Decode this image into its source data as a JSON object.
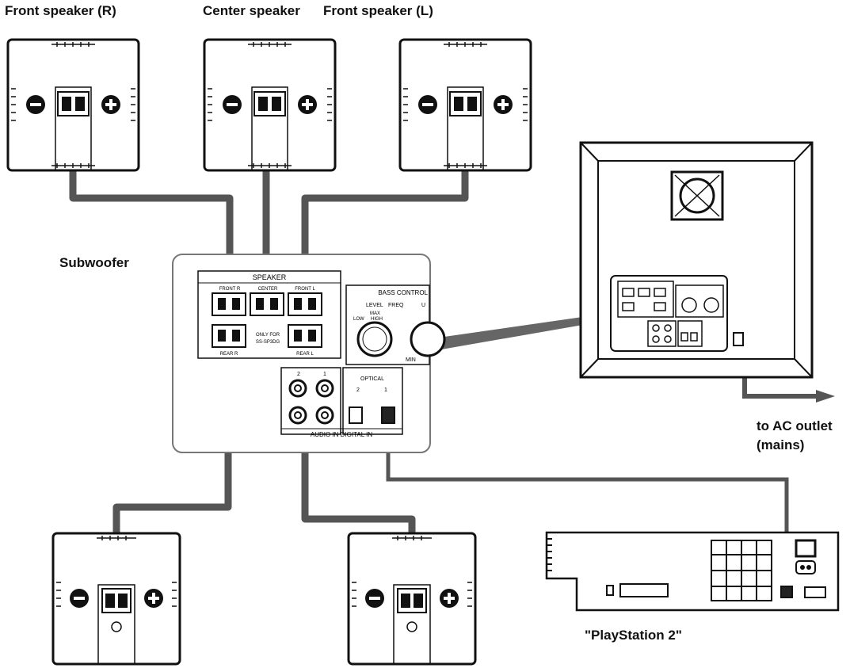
{
  "labels": {
    "front_right": "Front speaker (R)",
    "center": "Center speaker",
    "front_left": "Front speaker (L)",
    "subwoofer": "Subwoofer",
    "ac_outlet_1": "to AC outlet",
    "ac_outlet_2": "(mains)",
    "playstation": "\"PlayStation 2\""
  },
  "panel": {
    "speaker_title": "SPEAKER",
    "front_r": "FRONT R",
    "center": "CENTER",
    "front_l": "FRONT L",
    "rear_r": "REAR R",
    "rear_l": "REAR L",
    "only_for": "ONLY FOR",
    "model": "SS-SP3DG",
    "bass_title": "BASS CONTROL",
    "level": "LEVEL",
    "freq": "FREQ",
    "max": "MAX",
    "low": "LOW",
    "high": "HIGH",
    "min": "MIN",
    "u": "U",
    "ch2": "2",
    "ch1": "1",
    "optical": "OPTICAL",
    "opt2": "2",
    "opt1": "1",
    "audio_digital_in": "AUDIO IN DIGITAL IN"
  }
}
